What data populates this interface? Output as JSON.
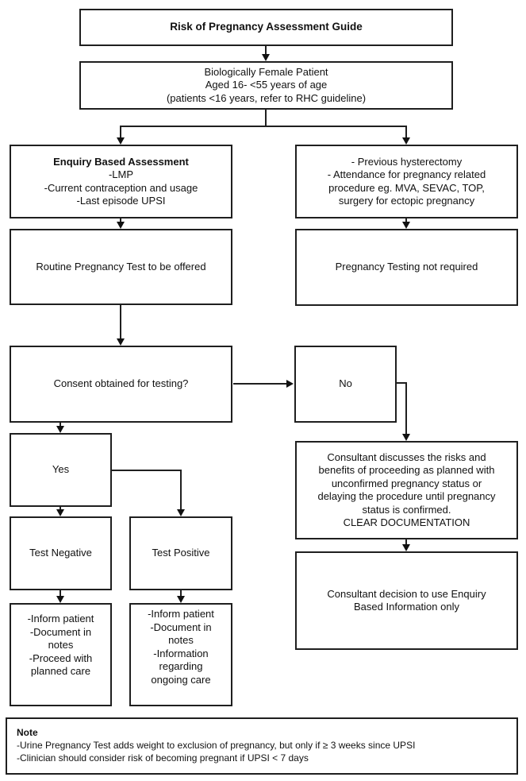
{
  "flowchart": {
    "colors": {
      "border": "#1f1f1f",
      "background": "#ffffff",
      "text": "#111111"
    },
    "nodes": {
      "title": {
        "text": "Risk of Pregnancy Assessment Guide"
      },
      "patient": {
        "text": "Biologically Female Patient\nAged 16- <55 years of age\n(patients <16 years, refer to RHC guideline)"
      },
      "enquiry": {
        "heading": "Enquiry Based Assessment",
        "text": "-LMP\n-Current contraception and usage\n-Last episode UPSI"
      },
      "exclusion": {
        "text": "- Previous hysterectomy\n- Attendance for pregnancy related\nprocedure eg. MVA, SEVAC, TOP,\nsurgery for ectopic pregnancy"
      },
      "routine_test": {
        "text": "Routine Pregnancy Test to be offered"
      },
      "test_not_required": {
        "text": "Pregnancy Testing not required"
      },
      "consent": {
        "text": "Consent obtained for testing?"
      },
      "no": {
        "text": "No"
      },
      "yes": {
        "text": "Yes"
      },
      "consultant_discusses": {
        "text": "Consultant discusses the risks and\nbenefits of proceeding as planned with\nunconfirmed pregnancy status or\ndelaying the procedure until pregnancy\nstatus is confirmed.\nCLEAR DOCUMENTATION"
      },
      "test_negative": {
        "text": "Test Negative"
      },
      "test_positive": {
        "text": "Test Positive"
      },
      "negative_actions": {
        "text": "-Inform patient\n-Document in\nnotes\n-Proceed with\nplanned care"
      },
      "positive_actions": {
        "text": "-Inform patient\n-Document in\nnotes\n-Information\nregarding\nongoing care"
      },
      "consultant_decision": {
        "text": "Consultant decision to use Enquiry\nBased Information only"
      },
      "note": {
        "heading": "Note",
        "line1": "-Urine Pregnancy Test adds weight to exclusion of pregnancy, but only if ≥ 3 weeks since UPSI",
        "line2": "-Clinician should consider risk of becoming pregnant if UPSI < 7 days"
      }
    }
  }
}
